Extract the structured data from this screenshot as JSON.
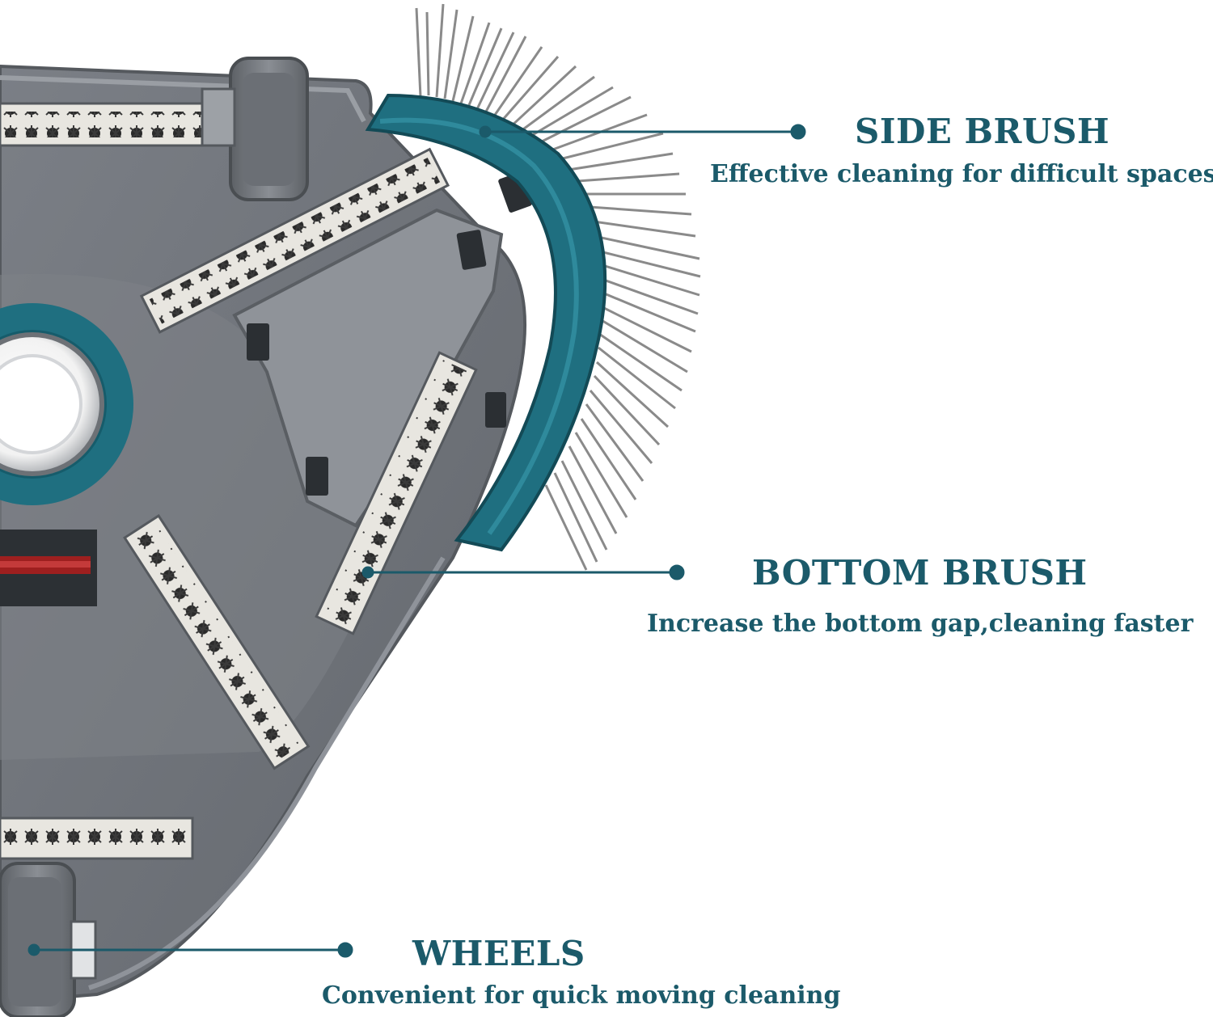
{
  "colors": {
    "accent": "#1b5a6a",
    "teal": "#1f6f80",
    "body": "#6f737a",
    "plate": "#878b91",
    "brush_strip": "#e8e6e0",
    "bristle": "#8a8a8a"
  },
  "callouts": [
    {
      "id": "side-brush",
      "title": "SIDE BRUSH",
      "description": "Effective cleaning for difficult spaces"
    },
    {
      "id": "bottom-brush",
      "title": "BOTTOM BRUSH",
      "description": "Increase the bottom gap,cleaning faster"
    },
    {
      "id": "wheels",
      "title": "WHEELS",
      "description": "Convenient for quick  moving cleaning"
    }
  ]
}
